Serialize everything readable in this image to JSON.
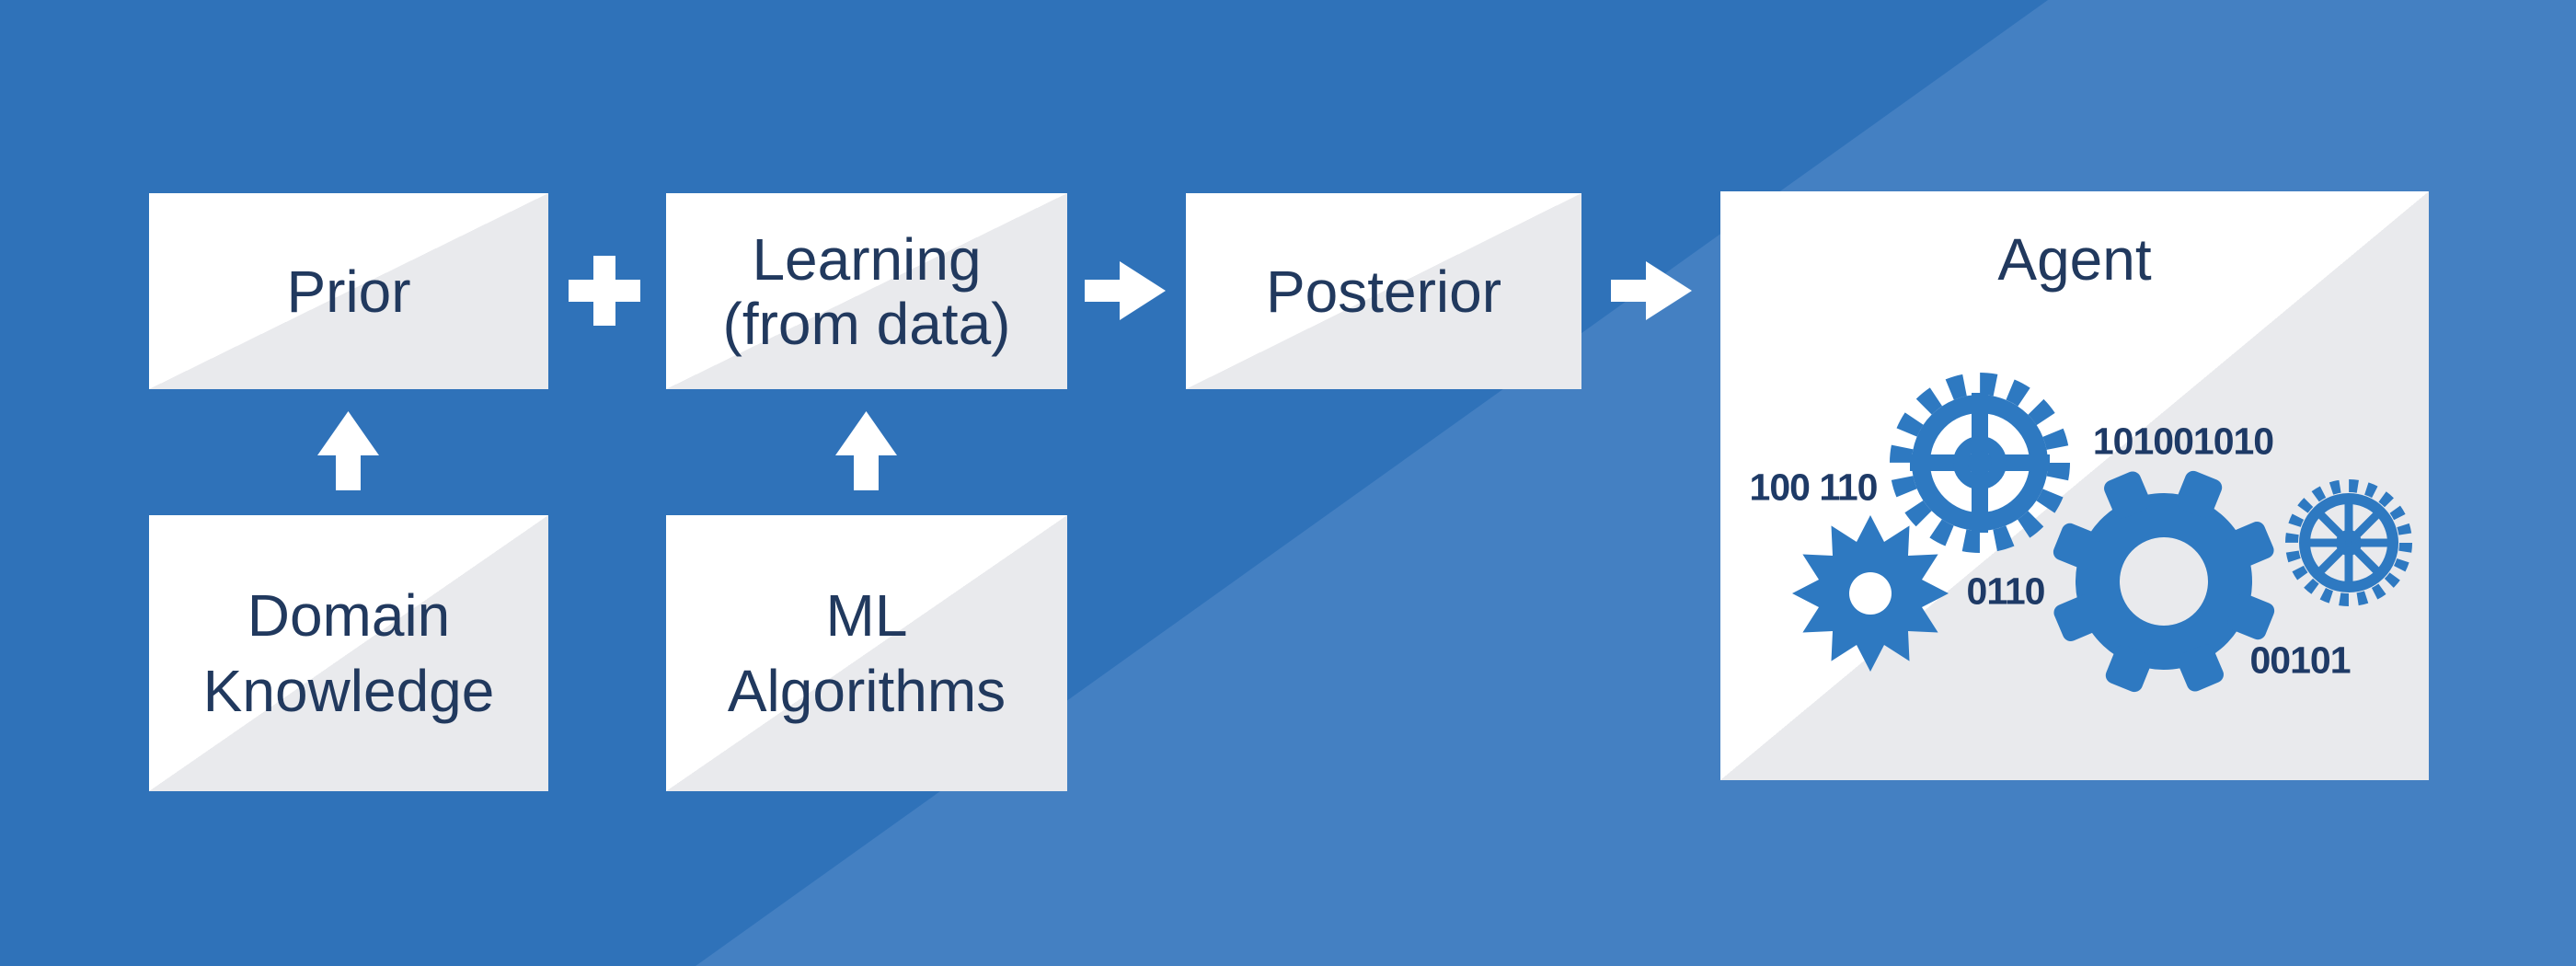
{
  "diagram": {
    "prior": {
      "label": "Prior"
    },
    "learning": {
      "line1": "Learning",
      "line2": "(from data)"
    },
    "posterior": {
      "label": "Posterior"
    },
    "agent": {
      "label": "Agent",
      "binary_left": "100 110",
      "binary_top_right": "101001010",
      "binary_center": "0110",
      "binary_bottom_right": "00101"
    },
    "domain_knowledge": {
      "line1": "Domain",
      "line2": "Knowledge"
    },
    "ml_algorithms": {
      "line1": "ML",
      "line2": "Algorithms"
    }
  },
  "icons": {
    "plus": "plus-connector",
    "arrow_right": "arrow-right",
    "arrow_up": "arrow-up",
    "gears": [
      "spoked-gear",
      "star-gear",
      "cog-gear",
      "wheel-gear"
    ]
  },
  "colors": {
    "background": "#2F72B9",
    "background_light_band": "#4480C2",
    "box_white": "#FFFFFF",
    "box_shade_gray": "#E9EAED",
    "text_navy": "#21395E",
    "binary_navy": "#1E3A66",
    "gear_blue": "#2E79C1",
    "connector_white": "#FFFFFF"
  }
}
